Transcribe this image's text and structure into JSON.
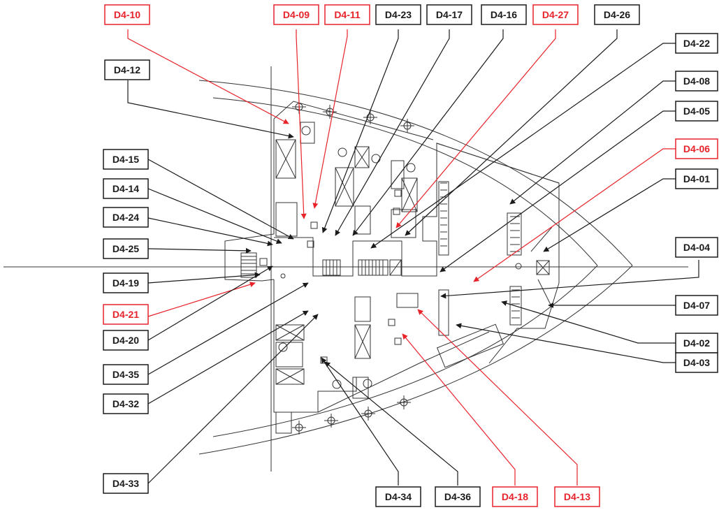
{
  "colors": {
    "normal": "#1a1a1a",
    "highlight": "#e8232a",
    "plan": "#333333"
  },
  "tags": [
    {
      "id": "d4-10",
      "label": "D4-10",
      "red": true
    },
    {
      "id": "d4-09",
      "label": "D4-09",
      "red": true
    },
    {
      "id": "d4-11",
      "label": "D4-11",
      "red": true
    },
    {
      "id": "d4-23",
      "label": "D4-23",
      "red": false
    },
    {
      "id": "d4-17",
      "label": "D4-17",
      "red": false
    },
    {
      "id": "d4-16",
      "label": "D4-16",
      "red": false
    },
    {
      "id": "d4-27",
      "label": "D4-27",
      "red": true
    },
    {
      "id": "d4-26",
      "label": "D4-26",
      "red": false
    },
    {
      "id": "d4-22",
      "label": "D4-22",
      "red": false
    },
    {
      "id": "d4-08",
      "label": "D4-08",
      "red": false
    },
    {
      "id": "d4-05",
      "label": "D4-05",
      "red": false
    },
    {
      "id": "d4-06",
      "label": "D4-06",
      "red": true
    },
    {
      "id": "d4-01",
      "label": "D4-01",
      "red": false
    },
    {
      "id": "d4-04",
      "label": "D4-04",
      "red": false
    },
    {
      "id": "d4-07",
      "label": "D4-07",
      "red": false
    },
    {
      "id": "d4-02",
      "label": "D4-02",
      "red": false
    },
    {
      "id": "d4-03",
      "label": "D4-03",
      "red": false
    },
    {
      "id": "d4-12",
      "label": "D4-12",
      "red": false
    },
    {
      "id": "d4-15",
      "label": "D4-15",
      "red": false
    },
    {
      "id": "d4-14",
      "label": "D4-14",
      "red": false
    },
    {
      "id": "d4-24",
      "label": "D4-24",
      "red": false
    },
    {
      "id": "d4-25",
      "label": "D4-25",
      "red": false
    },
    {
      "id": "d4-19",
      "label": "D4-19",
      "red": false
    },
    {
      "id": "d4-21",
      "label": "D4-21",
      "red": true
    },
    {
      "id": "d4-20",
      "label": "D4-20",
      "red": false
    },
    {
      "id": "d4-35",
      "label": "D4-35",
      "red": false
    },
    {
      "id": "d4-32",
      "label": "D4-32",
      "red": false
    },
    {
      "id": "d4-33",
      "label": "D4-33",
      "red": false
    },
    {
      "id": "d4-34",
      "label": "D4-34",
      "red": false
    },
    {
      "id": "d4-36",
      "label": "D4-36",
      "red": false
    },
    {
      "id": "d4-18",
      "label": "D4-18",
      "red": true
    },
    {
      "id": "d4-13",
      "label": "D4-13",
      "red": true
    }
  ]
}
